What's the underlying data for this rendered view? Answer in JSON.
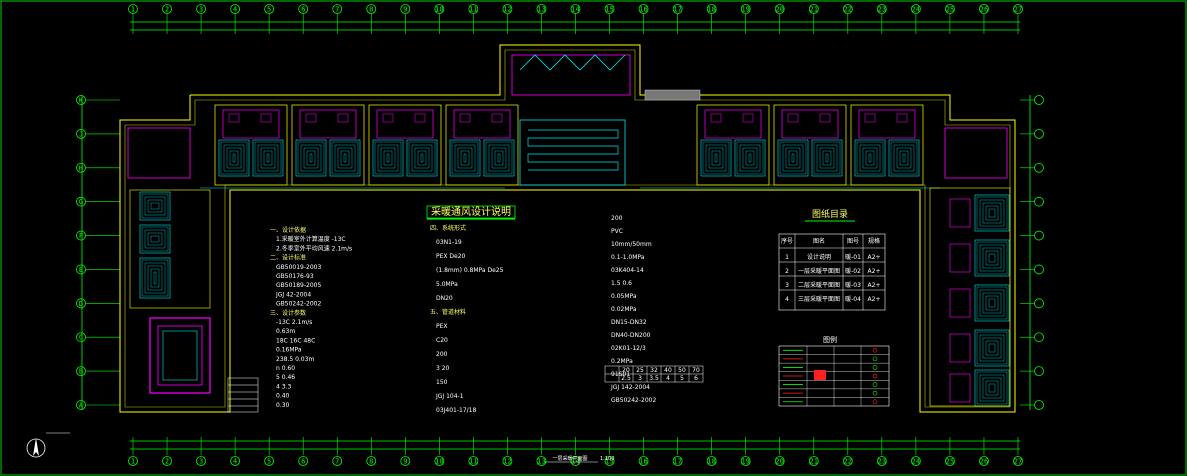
{
  "drawing": {
    "design_notes_title": "采暖通风设计说明",
    "drawing_index_title": "图纸目录",
    "legend_title": "图例",
    "floor_plan_title": "一层采暖平面图",
    "scale": "1:100"
  },
  "grid_axes": {
    "top": [
      "1",
      "2",
      "3",
      "4",
      "5",
      "6",
      "7",
      "8",
      "9",
      "10",
      "11",
      "12",
      "13",
      "14",
      "15",
      "16",
      "17",
      "18",
      "19",
      "20",
      "21",
      "22",
      "23",
      "24",
      "25",
      "26",
      "27"
    ],
    "left": [
      "A",
      "B",
      "C",
      "D",
      "E",
      "F",
      "G",
      "H",
      "J",
      "K"
    ]
  },
  "notes_col1": [
    "一、设计依据",
    "1.采暖室外计算温度 -13C",
    "2.冬季室外平均风速 2.1m/s",
    "二、设计标准",
    "GB50019-2003",
    "GB50176-93",
    "GB50189-2005",
    "JGJ 42-2004",
    "GB50242-2002",
    "三、设计参数",
    "-13C  2.1m/s",
    "0.63m",
    "18C  16C  48C",
    "0.16MPa",
    "238.5  0.03m",
    "n 0.60",
    "5 0.46",
    "4 3.3",
    "0.40",
    "0.30"
  ],
  "notes_col2": [
    "四、系统形式",
    "03N1-19",
    "PEX  De20",
    "(1.8mm) 0.8MPa  De25",
    "5.0MPa",
    "DN20",
    "五、管道材料",
    "PEX",
    "C20",
    "200",
    "3  20",
    "150",
    "JGJ 104-1",
    "03J401-17/18"
  ],
  "notes_col3": [
    "200",
    "PVC",
    "10mm/50mm",
    "0.1-1.0MPa",
    "03K404-14",
    "1.5  0.6",
    "0.05MPa",
    "0.02MPa",
    "DN15-DN32",
    "DN40-DN200",
    "02K01-12/3",
    "0.2MPa",
    "91S01",
    "JGJ 142-2004",
    "GB50242-2002"
  ],
  "pipe_table": {
    "header": [
      "20",
      "25",
      "32",
      "40",
      "50",
      "70"
    ],
    "row": [
      "2.5",
      "3",
      "3.5",
      "4",
      "5",
      "6"
    ]
  },
  "drawing_index": {
    "headers": [
      "序号",
      "图名",
      "图号",
      "规格"
    ],
    "rows": [
      [
        "1",
        "设计说明",
        "暖-01",
        "A2+"
      ],
      [
        "2",
        "一层采暖平面图",
        "暖-02",
        "A2+"
      ],
      [
        "3",
        "二层采暖平面图",
        "暖-03",
        "A2+"
      ],
      [
        "4",
        "三层采暖平面图",
        "暖-04",
        "A2+"
      ]
    ]
  },
  "colors": {
    "grid_line": "#00ff00",
    "wall": "#ffff00",
    "heating_pipe": "#00e5ee",
    "room_wall": "#ff00ff",
    "text": "#ffffff",
    "red": "#ff2020"
  }
}
